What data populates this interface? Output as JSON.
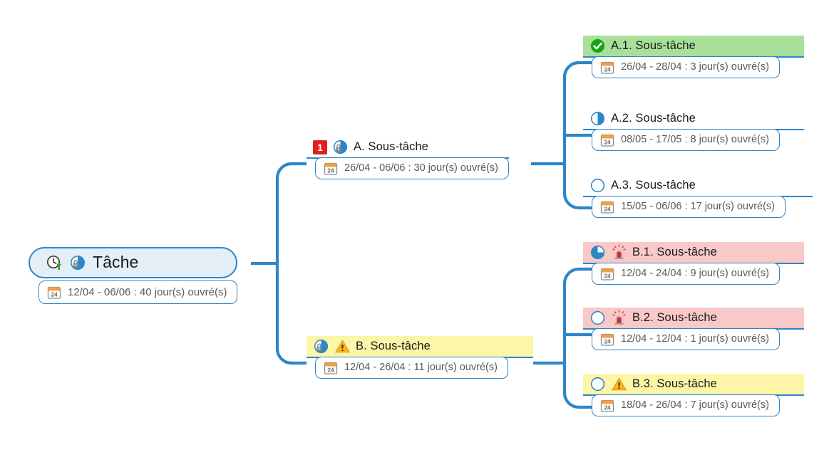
{
  "diagram": {
    "type": "project-task-mindmap",
    "language": "fr",
    "colors": {
      "link": "#2e86c8",
      "border": "#2e86c8",
      "done_green": "#a8e09a",
      "late_pink": "#f9c8c8",
      "warn_yellow": "#fdf5a8",
      "root_fill": "#e4eef7",
      "priority_red": "#e02020",
      "date_text": "#5a5a5a",
      "title_text": "#1a1a1a"
    }
  },
  "root": {
    "id": "root",
    "title": "Tâche",
    "date_text": "12/04 - 06/06 : 40 jour(s) ouvré(s)",
    "start": "12/04",
    "end": "06/06",
    "working_days": 40,
    "header_fill": "root",
    "icons": [
      "clock-up-arrow-icon",
      "pie-progress-locked-icon"
    ],
    "calendar_icon_label": "24"
  },
  "branches": [
    {
      "id": "A",
      "title": "A. Sous-tâche",
      "date_text": "26/04 - 06/06 : 30 jour(s) ouvré(s)",
      "start": "26/04",
      "end": "06/06",
      "working_days": 30,
      "header_fill": "white",
      "priority_badge": "1",
      "icons": [
        "priority-1-badge",
        "pie-progress-locked-icon"
      ],
      "children": [
        {
          "id": "A1",
          "title": "A.1. Sous-tâche",
          "date_text": "26/04 - 28/04 : 3 jour(s) ouvré(s)",
          "start": "26/04",
          "end": "28/04",
          "working_days": 3,
          "header_fill": "green",
          "icons": [
            "check-circle-icon"
          ],
          "progress": 100
        },
        {
          "id": "A2",
          "title": "A.2. Sous-tâche",
          "date_text": "08/05 - 17/05 : 8 jour(s) ouvré(s)",
          "start": "08/05",
          "end": "17/05",
          "working_days": 8,
          "header_fill": "white",
          "icons": [
            "pie-progress-half-icon"
          ],
          "progress": 50
        },
        {
          "id": "A3",
          "title": "A.3. Sous-tâche",
          "date_text": "15/05 - 06/06 : 17 jour(s) ouvré(s)",
          "start": "15/05",
          "end": "06/06",
          "working_days": 17,
          "header_fill": "white",
          "icons": [
            "pie-progress-empty-icon"
          ],
          "progress": 0
        }
      ]
    },
    {
      "id": "B",
      "title": "B. Sous-tâche",
      "date_text": "12/04 - 26/04 : 11 jour(s) ouvré(s)",
      "start": "12/04",
      "end": "26/04",
      "working_days": 11,
      "header_fill": "yellow",
      "icons": [
        "pie-progress-locked-icon",
        "warning-triangle-icon"
      ],
      "children": [
        {
          "id": "B1",
          "title": "B.1. Sous-tâche",
          "date_text": "12/04 - 24/04 : 9 jour(s) ouvré(s)",
          "start": "12/04",
          "end": "24/04",
          "working_days": 9,
          "header_fill": "pink",
          "icons": [
            "pie-progress-three-quarter-icon",
            "alarm-siren-icon"
          ],
          "progress": 75
        },
        {
          "id": "B2",
          "title": "B.2. Sous-tâche",
          "date_text": "12/04 - 12/04 : 1 jour(s) ouvré(s)",
          "start": "12/04",
          "end": "12/04",
          "working_days": 1,
          "header_fill": "pink",
          "icons": [
            "pie-progress-empty-icon",
            "alarm-siren-icon"
          ],
          "progress": 0
        },
        {
          "id": "B3",
          "title": "B.3. Sous-tâche",
          "date_text": "18/04 - 26/04 : 7 jour(s) ouvré(s)",
          "start": "18/04",
          "end": "26/04",
          "working_days": 7,
          "header_fill": "yellow",
          "icons": [
            "pie-progress-empty-icon",
            "warning-triangle-icon"
          ],
          "progress": 0
        }
      ]
    }
  ]
}
